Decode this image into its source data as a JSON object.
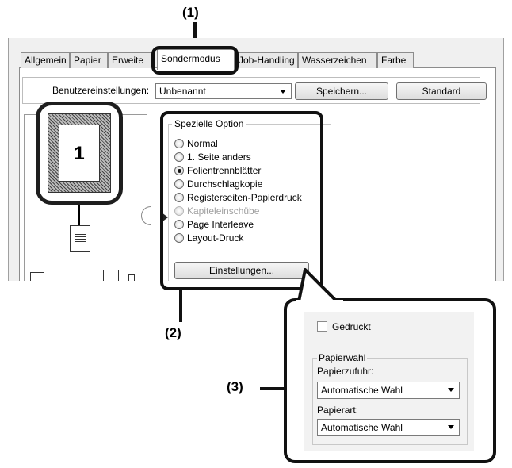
{
  "callouts": {
    "c1": "(1)",
    "c2": "(2)",
    "c3": "(3)"
  },
  "tabs": [
    {
      "label": "Allgemein"
    },
    {
      "label": "Papier"
    },
    {
      "label": "Erweite"
    },
    {
      "label": "Sondermodus"
    },
    {
      "label": "Job-Handling"
    },
    {
      "label": "Wasserzeichen"
    },
    {
      "label": "Farbe"
    }
  ],
  "user_settings": {
    "label": "Benutzereinstellungen:",
    "value": "Unbenannt",
    "save_label": "Speichern...",
    "default_label": "Standard"
  },
  "preview": {
    "page_number": "1"
  },
  "special_option": {
    "legend": "Spezielle Option",
    "options": [
      {
        "label": "Normal",
        "checked": false,
        "disabled": false
      },
      {
        "label": "1. Seite anders",
        "checked": false,
        "disabled": false
      },
      {
        "label": "Folientrennblätter",
        "checked": true,
        "disabled": false
      },
      {
        "label": "Durchschlagkopie",
        "checked": false,
        "disabled": false
      },
      {
        "label": "Registerseiten-Papierdruck",
        "checked": false,
        "disabled": false
      },
      {
        "label": "Kapiteleinschübe",
        "checked": false,
        "disabled": true
      },
      {
        "label": "Page Interleave",
        "checked": false,
        "disabled": false
      },
      {
        "label": "Layout-Druck",
        "checked": false,
        "disabled": false
      }
    ],
    "settings_label": "Einstellungen..."
  },
  "zoom": {
    "printed_label": "Gedruckt",
    "paper_group": "Papierwahl",
    "paper_source_label": "Papierzufuhr:",
    "paper_source_value": "Automatische Wahl",
    "paper_type_label": "Papierart:",
    "paper_type_value": "Automatische Wahl"
  }
}
